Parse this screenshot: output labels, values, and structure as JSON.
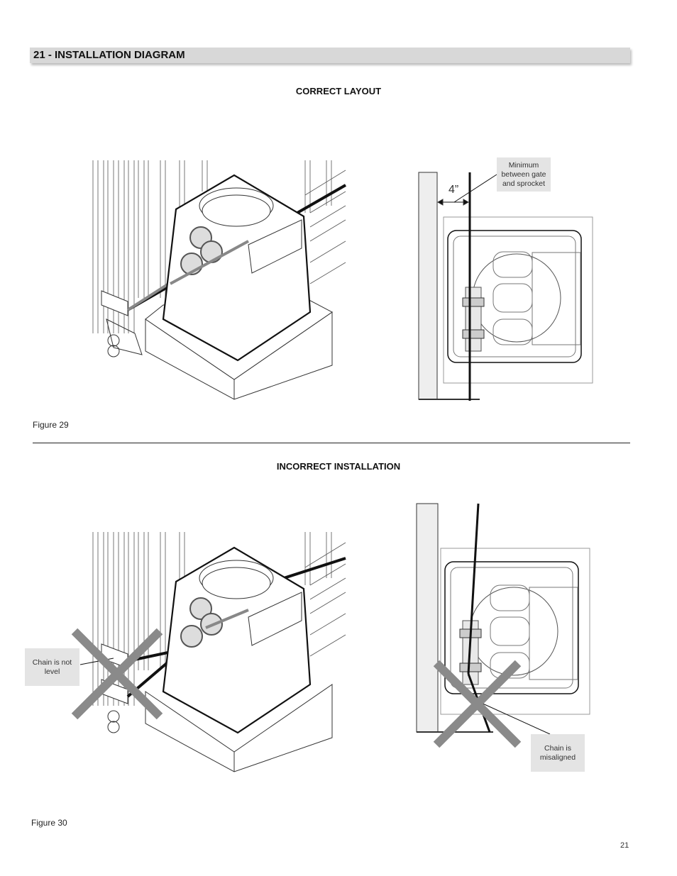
{
  "header": {
    "title": "21 - INSTALLATION DIAGRAM"
  },
  "correct": {
    "heading": "CORRECT LAYOUT",
    "dimension": "4”",
    "callout": "Minimum between gate and sprocket",
    "figure": "Figure 29"
  },
  "incorrect": {
    "heading": "INCORRECT INSTALLATION",
    "callout_left": "Chain is not level",
    "callout_right": "Chain is misaligned",
    "figure": "Figure 30"
  },
  "page_number": "21"
}
